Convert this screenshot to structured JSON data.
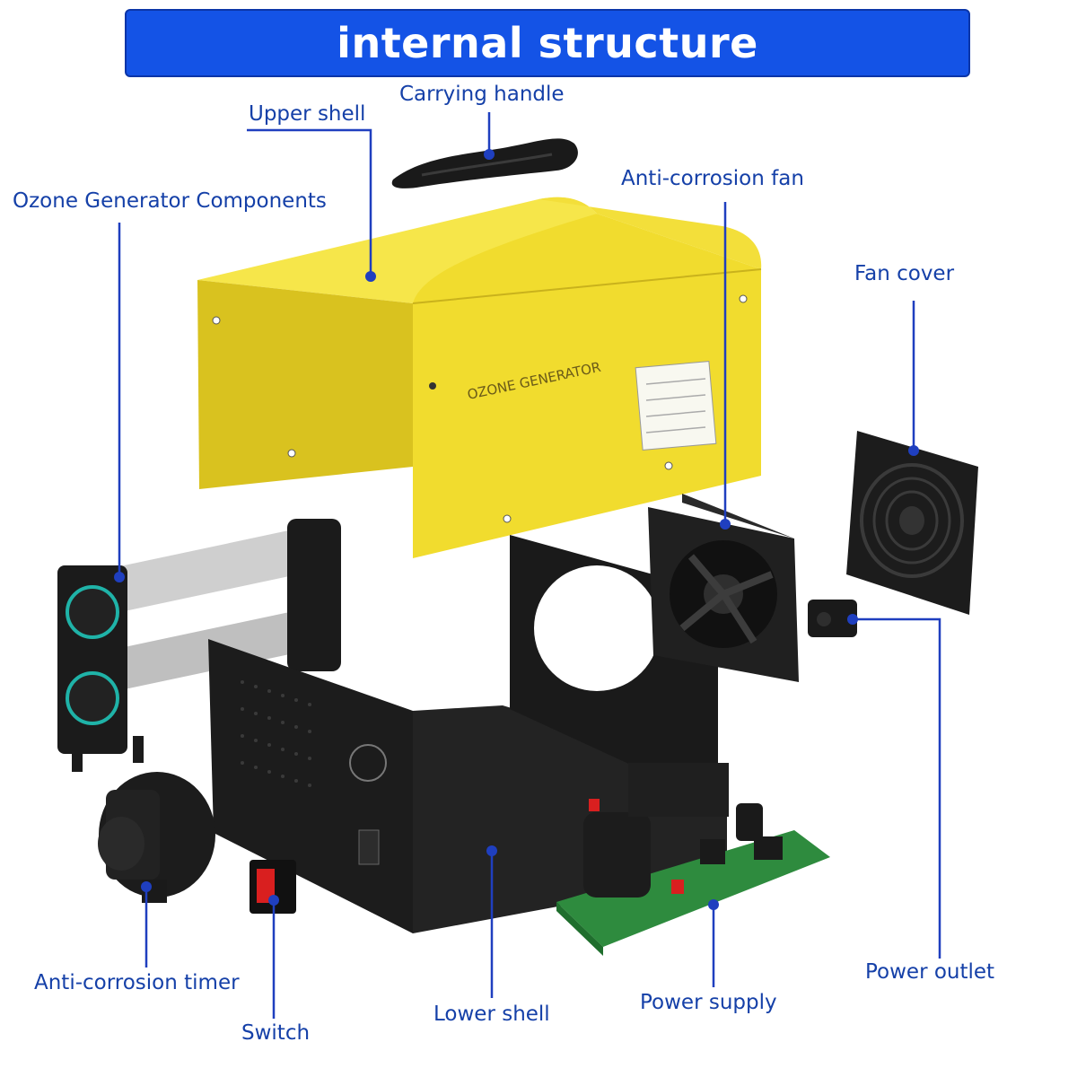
{
  "title": "internal structure",
  "shell_print": "OZONE GENERATOR",
  "labels": {
    "carrying_handle": "Carrying handle",
    "upper_shell": "Upper shell",
    "ozone_components": "Ozone Generator Components",
    "anti_corrosion_fan": "Anti-corrosion fan",
    "fan_cover": "Fan cover",
    "anti_corrosion_timer": "Anti-corrosion timer",
    "switch": "Switch",
    "lower_shell": "Lower shell",
    "power_supply": "Power supply",
    "power_outlet": "Power outlet"
  },
  "colors": {
    "banner": "#1453e6",
    "label_text": "#1540a8",
    "leader": "#1f3fbf",
    "shell_yellow": "#f1dc2e",
    "part_black": "#1c1c1c",
    "pcb_green": "#2e8b3e",
    "switch_red": "#d91f1f"
  }
}
